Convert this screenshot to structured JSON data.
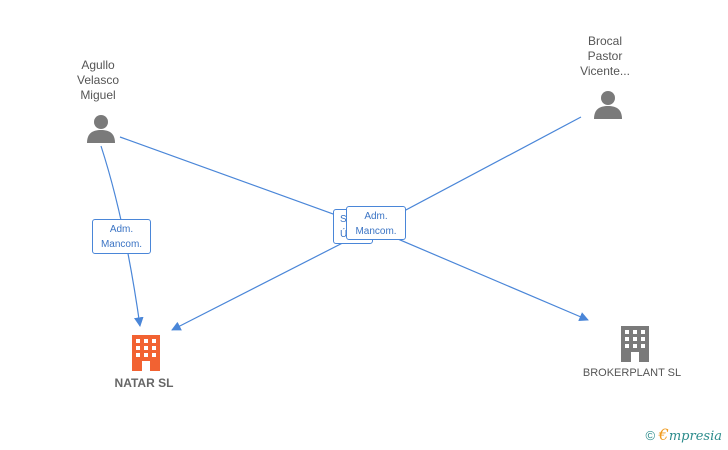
{
  "persons": [
    {
      "id": "agullo",
      "name_lines": [
        "Agullo",
        "Velasco",
        "Miguel"
      ]
    },
    {
      "id": "brocal",
      "name_lines": [
        "Brocal",
        "Pastor",
        "Vicente..."
      ]
    }
  ],
  "companies": [
    {
      "id": "natar",
      "name": "NATAR SL",
      "color": "#f26232"
    },
    {
      "id": "brokerplant",
      "name": "BROKERPLANT SL",
      "color": "#7a7a7a"
    }
  ],
  "edge_labels": [
    {
      "id": "agullo-natar",
      "lines": [
        "Adm.",
        "Mancom."
      ]
    },
    {
      "id": "hidden-behind",
      "lines": [
        "S",
        "Ú"
      ]
    },
    {
      "id": "center",
      "lines": [
        "Adm.",
        "Mancom."
      ]
    }
  ],
  "colors": {
    "edge": "#4a86d8",
    "person": "#7a7a7a"
  },
  "brand": {
    "copyright": "©",
    "e": "€",
    "rest": "mpresia"
  }
}
